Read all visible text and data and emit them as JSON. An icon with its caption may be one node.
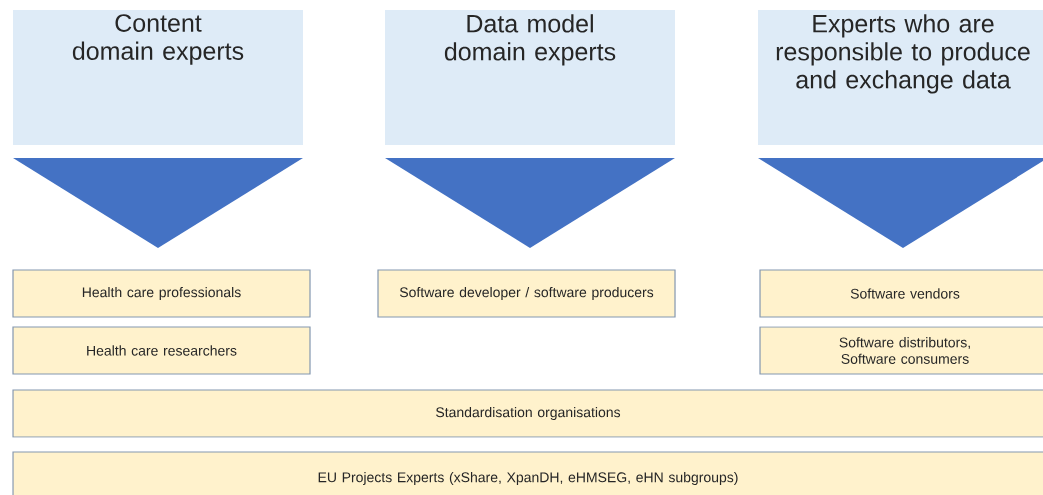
{
  "diagram": {
    "nodes": [
      {
        "text": [
          "Content domain experts"
        ]
      },
      {
        "text": [
          "Data model domain experts"
        ]
      },
      {
        "text": [
          "Experts who are responsible to produce and exchange data"
        ]
      },
      {
        "text": [
          "Health care professionals"
        ]
      },
      {
        "text": [
          "Software developer / software producers"
        ]
      },
      {
        "text": [
          "Software vendors"
        ]
      },
      {
        "text": [
          "Health care researchers"
        ]
      },
      {
        "text": [
          "Software distributors, Software consumers"
        ]
      },
      {
        "text": [
          "Standardisation organisations"
        ]
      },
      {
        "text": [
          "EU Projects Experts (xShare, XpanDH, eHMSEG, eHN subgroups)"
        ]
      }
    ],
    "edges": [
      {
        "from": 0,
        "to": 3,
        "arrow": "to"
      },
      {
        "from": 1,
        "to": 4,
        "arrow": "to"
      },
      {
        "from": 2,
        "to": 5,
        "arrow": "to"
      }
    ]
  }
}
